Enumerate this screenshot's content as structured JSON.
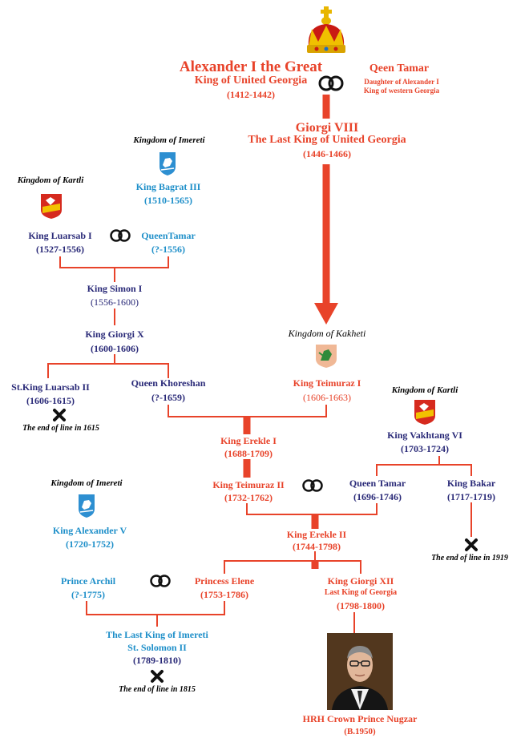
{
  "top": {
    "king_name": "Alexander I the Great",
    "king_title": "King of United Georgia",
    "king_years": "(1412-1442)",
    "queen_name": "Qeen Tamar",
    "queen_line1": "Daughter of Alexander I",
    "queen_line2": "King of western Georgia"
  },
  "giorgi": {
    "name": "Giorgi VIII",
    "title": "The Last King of United Georgia",
    "years": "(1446-1466)"
  },
  "imereti1": {
    "kingdom": "Kingdom of Imereti",
    "name": "King Bagrat III",
    "years": "(1510-1565)"
  },
  "kartli1": {
    "kingdom": "Kingdom of Kartli"
  },
  "luarsab": {
    "name": "King Luarsab I",
    "years": "(1527-1556)"
  },
  "queen_tamar2": {
    "name": "QueenTamar",
    "years": "(?-1556)"
  },
  "simon": {
    "name": "King Simon I",
    "years": "(1556-1600)"
  },
  "giorgix": {
    "name": "King Giorgi X",
    "years": "(1600-1606)"
  },
  "luarsab2": {
    "name": "St.King Luarsab II",
    "years": "(1606-1615)",
    "end": "The end of line in 1615"
  },
  "khoreshan": {
    "name": "Queen Khoreshan",
    "years": "(?-1659)"
  },
  "kakheti": {
    "kingdom": "Kingdom of Kakheti",
    "name": "King Teimuraz I",
    "years": "(1606-1663)"
  },
  "erekle1": {
    "name": "King Erekle I",
    "years": "(1688-1709)"
  },
  "kartli2": {
    "kingdom": "Kingdom of Kartli",
    "name": "King Vakhtang VI",
    "years": "(1703-1724)"
  },
  "teimuraz2": {
    "name": "King Teimuraz II",
    "years": "(1732-1762)"
  },
  "queen_tamar3": {
    "name": "Queen Tamar",
    "years": "(1696-1746)"
  },
  "bakar": {
    "name": "King Bakar",
    "years": "(1717-1719)",
    "end": "The end of line in 1919"
  },
  "imereti2": {
    "kingdom": "Kingdom of Imereti",
    "name": "King Alexander V",
    "years": "(1720-1752)"
  },
  "erekle2": {
    "name": "King Erekle II",
    "years": "(1744-1798)"
  },
  "archil": {
    "name": "Prince Archil",
    "years": "(?-1775)"
  },
  "elene": {
    "name": "Princess Elene",
    "years": "(1753-1786)"
  },
  "giorgi12": {
    "name": "King Giorgi XII",
    "title": "Last King of Georgia",
    "years": "(1798-1800)"
  },
  "solomon": {
    "line1": "The Last King of Imereti",
    "line2": "St. Solomon II",
    "years": "(1789-1810)",
    "end": "The end of line in 1815"
  },
  "nugzar": {
    "name": "HRH Crown Prince Nugzar",
    "years": "(B.1950)"
  },
  "colors": {
    "red": "#e8432a",
    "navy": "#2a2a78",
    "cyan": "#1e8fc9"
  }
}
